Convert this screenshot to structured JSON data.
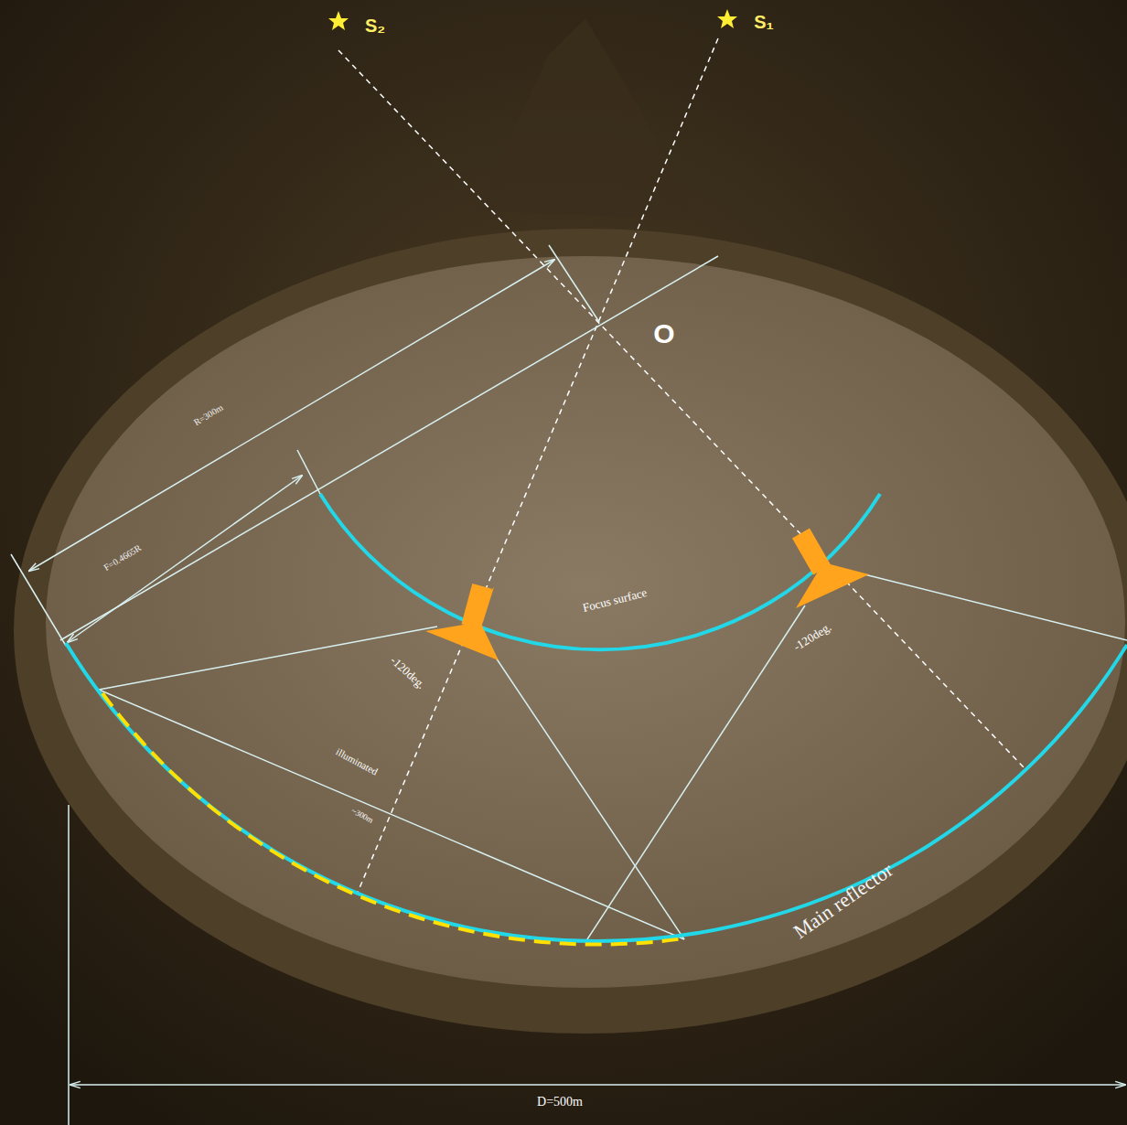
{
  "diagram": {
    "labels": [
      "S₂",
      "S₁",
      "O",
      "R=300m",
      "F=0.4665R",
      "Focus surface",
      "-120deg.",
      "-120deg.",
      "illuminated",
      "~300m",
      "Main reflector",
      "D=500m"
    ]
  }
}
